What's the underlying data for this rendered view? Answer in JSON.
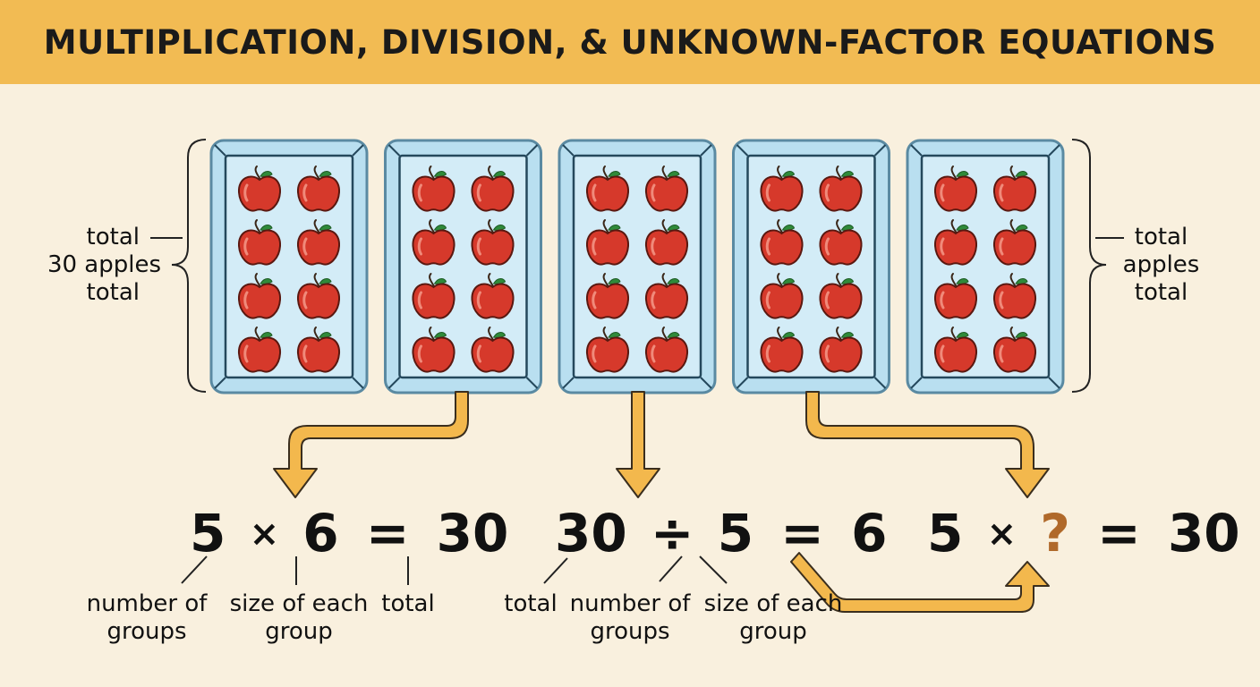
{
  "title": "MULTIPLICATION, DIVISION, & UNKNOWN-FACTOR EQUATIONS",
  "left_label": [
    "total",
    "30 apples",
    "total"
  ],
  "right_label": [
    "total",
    "apples",
    "total"
  ],
  "trays": {
    "count": 5,
    "rows": 4,
    "cols": 2,
    "item_icon": "apple-icon"
  },
  "equations": {
    "multiplication": {
      "a": "5",
      "op": "×",
      "b": "6",
      "eq": "=",
      "result": "30"
    },
    "division": {
      "a": "30",
      "op": "÷",
      "b": "5",
      "eq": "=",
      "result": "6"
    },
    "unknown_factor": {
      "a": "5",
      "op": "×",
      "b": "?",
      "eq": "=",
      "result": "30"
    }
  },
  "annotations": {
    "mult_groups": "number of groups",
    "mult_size": "size of each group",
    "mult_total": "total",
    "div_total": "total",
    "div_groups": "number of groups",
    "div_size": "size of each group"
  },
  "colors": {
    "banner": "#f2bb53",
    "background": "#f9f0de",
    "tray": "#b9dff0",
    "tray_stroke": "#5a8aa2",
    "apple": "#d6392b",
    "arrow": "#f3b84d",
    "unknown": "#b0692a"
  }
}
